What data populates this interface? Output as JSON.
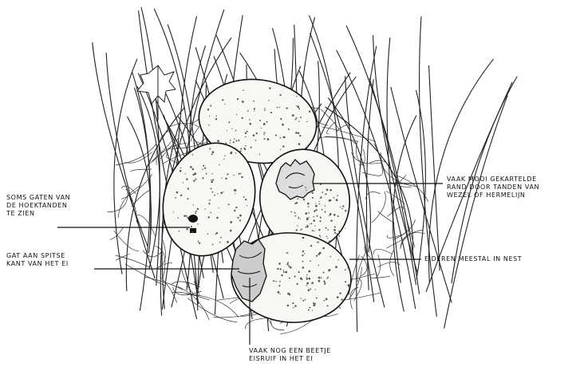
{
  "labels": {
    "teeth_holes": [
      "SOMS GATEN VAN",
      "DE HOEKTANDEN",
      "TE ZIEN"
    ],
    "tip_hole": [
      "GAT AAN SPITSE",
      "KANT VAN HET EI"
    ],
    "jagged_edge": [
      "VAAK MOOI GEKARTELDE",
      "RAND DOOR TANDEN VAN",
      "WEZEL OF HERMELIJN"
    ],
    "eggs_in_nest": [
      "EIDEREN MEESTAL IN NEST"
    ],
    "membrane": [
      "VAAK NOG EEN BEETJE",
      "EISRUIF IN HET EI"
    ]
  },
  "colors": {
    "ink": "#111111",
    "egg": "#f7f7f4",
    "paper": "#ffffff"
  }
}
